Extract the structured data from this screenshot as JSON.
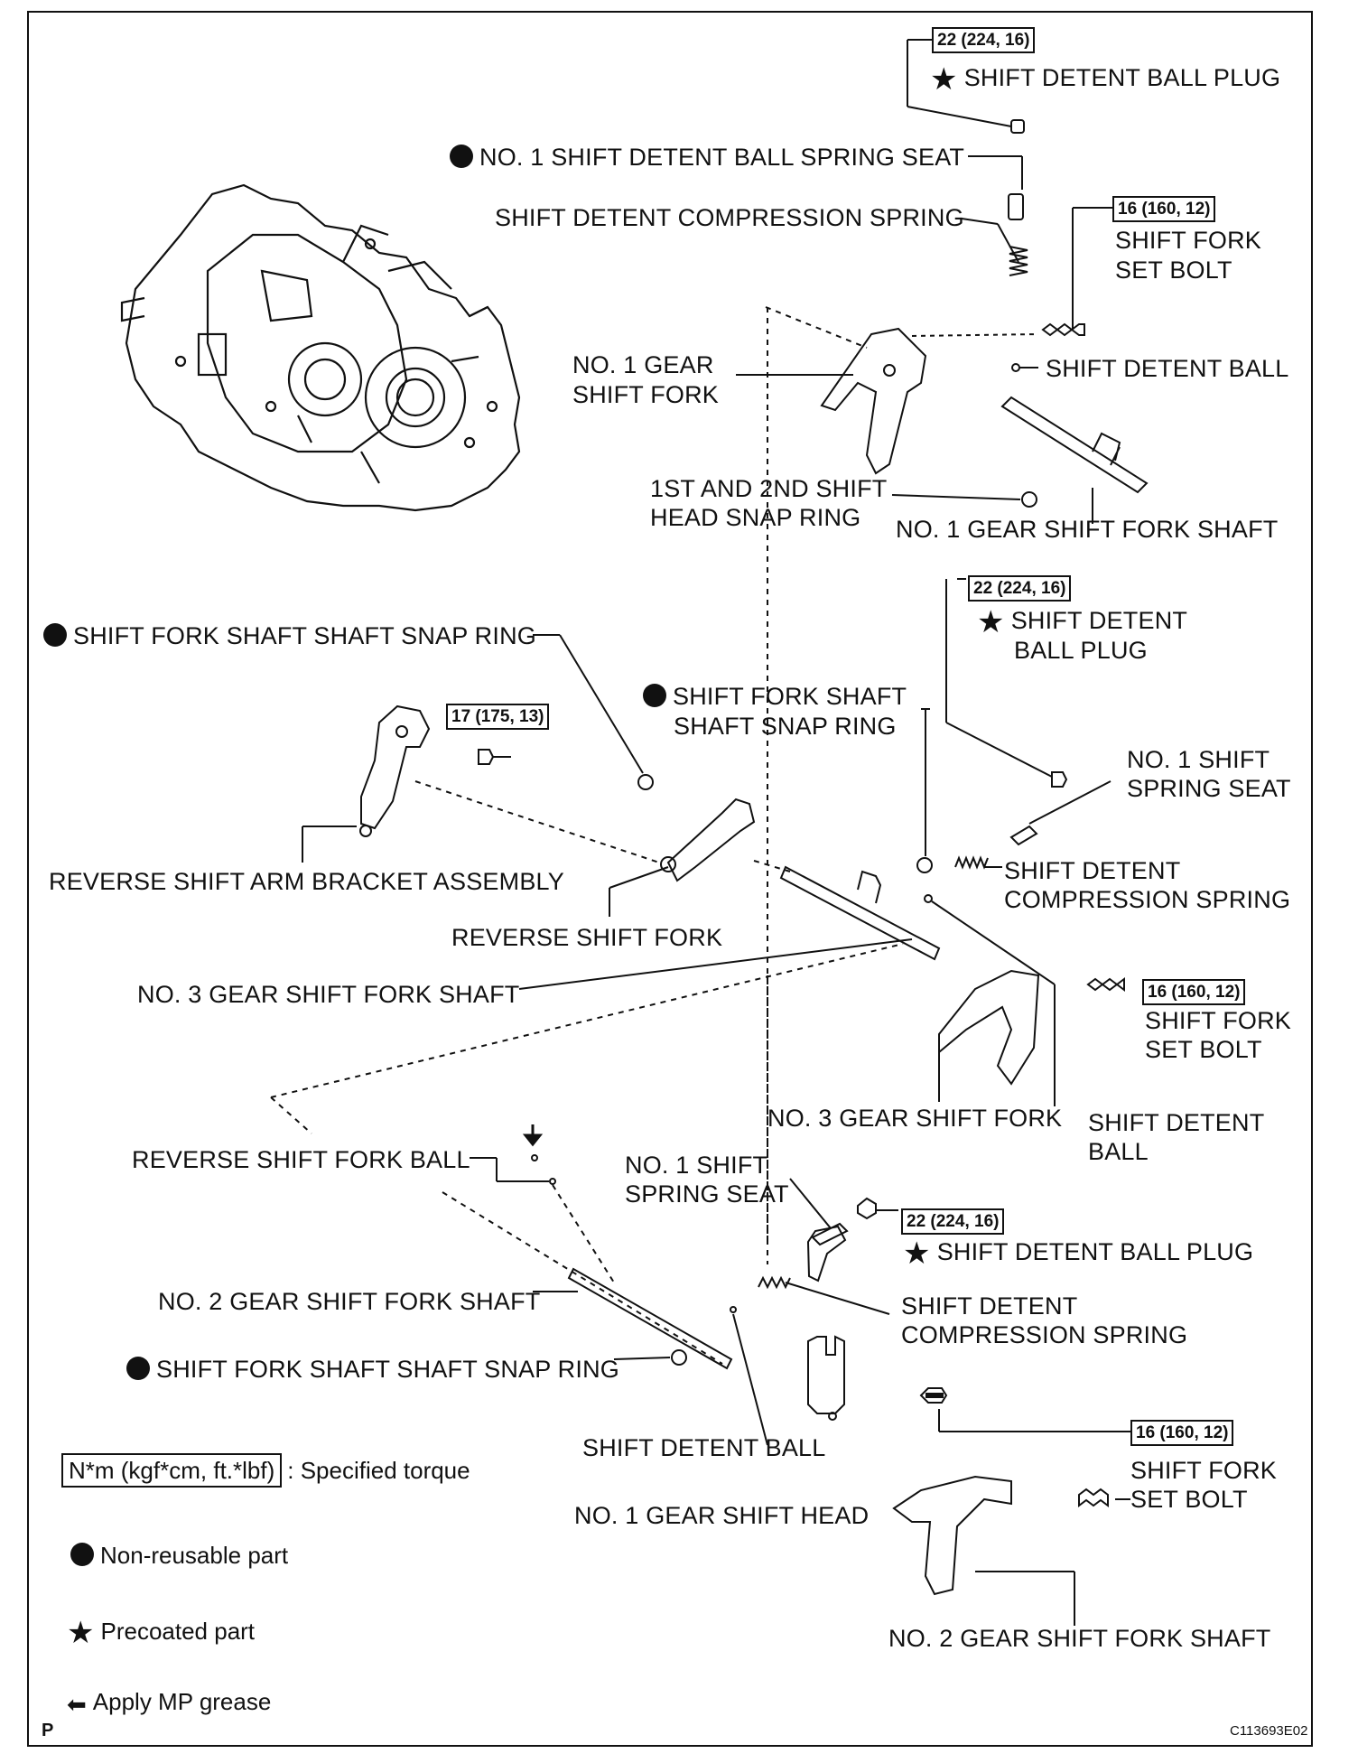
{
  "labels": {
    "plug_top": "SHIFT DETENT BALL PLUG",
    "spring_seat_top": "NO. 1 SHIFT DETENT BALL SPRING SEAT",
    "comp_spring_top": "SHIFT DETENT COMPRESSION SPRING",
    "set_bolt_top_1": "SHIFT FORK",
    "set_bolt_top_2": "SET BOLT",
    "detent_ball_top": "SHIFT DETENT BALL",
    "no1_fork_1": "NO. 1 GEAR",
    "no1_fork_2": "SHIFT FORK",
    "snap_head_1": "1ST AND 2ND SHIFT",
    "snap_head_2": "HEAD SNAP RING",
    "no1_shaft": "NO. 1 GEAR SHIFT FORK SHAFT",
    "plug_mid_1": "SHIFT DETENT",
    "plug_mid_2": "BALL PLUG",
    "snap_ring_left": "SHIFT FORK SHAFT SHAFT SNAP RING",
    "snap_ring_mid_1": "SHIFT FORK SHAFT",
    "snap_ring_mid_2": "SHAFT SNAP RING",
    "spring_seat_mid_1": "NO. 1 SHIFT",
    "spring_seat_mid_2": "SPRING SEAT",
    "comp_spring_mid_1": "SHIFT DETENT",
    "comp_spring_mid_2": "COMPRESSION SPRING",
    "rev_bracket": "REVERSE SHIFT ARM BRACKET ASSEMBLY",
    "rev_fork": "REVERSE SHIFT FORK",
    "no3_shaft": "NO. 3 GEAR SHIFT FORK SHAFT",
    "set_bolt_mid_1": "SHIFT FORK",
    "set_bolt_mid_2": "SET BOLT",
    "no3_fork": "NO. 3 GEAR SHIFT FORK",
    "detent_ball_mid_1": "SHIFT DETENT",
    "detent_ball_mid_2": "BALL",
    "rev_fork_ball": "REVERSE SHIFT FORK BALL",
    "spring_seat_low_1": "NO. 1 SHIFT",
    "spring_seat_low_2": "SPRING SEAT",
    "plug_low": "SHIFT DETENT BALL PLUG",
    "no2_shaft_left": "NO. 2 GEAR SHIFT FORK SHAFT",
    "comp_spring_low_1": "SHIFT DETENT",
    "comp_spring_low_2": "COMPRESSION SPRING",
    "snap_ring_low": "SHIFT FORK SHAFT SHAFT SNAP RING",
    "detent_ball_low": "SHIFT DETENT BALL",
    "no1_head": "NO. 1 GEAR SHIFT HEAD",
    "set_bolt_low_1": "SHIFT FORK",
    "set_bolt_low_2": "SET BOLT",
    "no2_shaft_right": "NO. 2 GEAR SHIFT FORK SHAFT"
  },
  "torques": {
    "plug_top": "22 (224, 16)",
    "bolt_top": "16 (160, 12)",
    "plug_mid": "22 (224, 16)",
    "bracket_bolt": "17 (175, 13)",
    "bolt_mid": "16 (160, 12)",
    "plug_low": "22 (224, 16)",
    "bolt_low": "16 (160, 12)"
  },
  "legend": {
    "torque_box": "N*m (kgf*cm, ft.*lbf)",
    "torque_text": ": Specified torque",
    "nonreusable": "Non-reusable part",
    "precoated": "Precoated part",
    "grease": "Apply MP grease"
  },
  "footer": {
    "page_letter": "P",
    "code": "C113693E02"
  }
}
